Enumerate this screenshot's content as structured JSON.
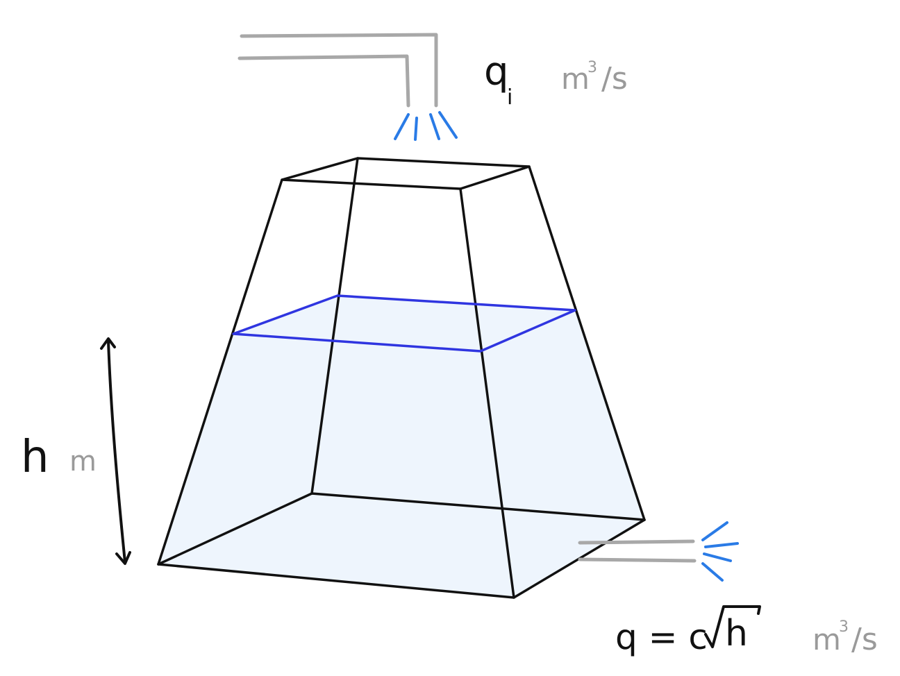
{
  "labels": {
    "inflow_symbol": "q",
    "inflow_subscript": "i",
    "inflow_unit_base": "m",
    "inflow_unit_exp": "3",
    "inflow_unit_tail": "/s",
    "height_symbol": "h",
    "height_unit": "m",
    "outflow_prefix": "q = c",
    "outflow_radicand": "h",
    "outflow_unit_base": "m",
    "outflow_unit_exp": "3",
    "outflow_unit_tail": "/s"
  },
  "colors": {
    "outline": "#111111",
    "water_fill": "#eef5fd",
    "water_surface": "#2f35e0",
    "spray": "#2a7be6",
    "pipe": "#a8a8a8",
    "unit_text": "#9a9a9a"
  }
}
